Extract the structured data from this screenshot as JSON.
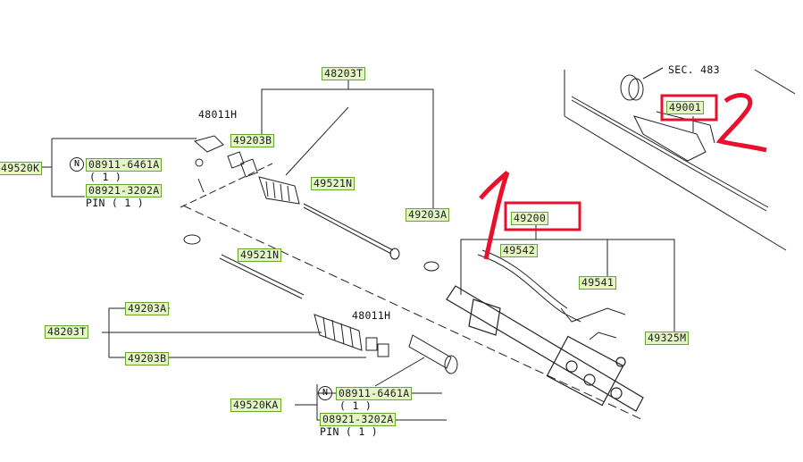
{
  "labels": {
    "sec483": "SEC. 483",
    "p49001": "49001",
    "p48203T_top": "48203T",
    "p48011H_top": "48011H",
    "p49203B_top": "49203B",
    "p49520K": "49520K",
    "p08911_top": "08911-6461A",
    "qty1_top": "( 1 )",
    "p08921_top": "08921-3202A",
    "pin_top": "PIN ( 1 )",
    "p49521N_top": "49521N",
    "p49203A_right": "49203A",
    "p49200": "49200",
    "p49542": "49542",
    "p49541": "49541",
    "p49325M": "49325M",
    "p49521N_bot": "49521N",
    "p49203A_left": "49203A",
    "p48203T_left": "48203T",
    "p49203B_bot": "49203B",
    "p48011H_bot": "48011H",
    "p49520KA": "49520KA",
    "p08911_bot": "08911-6461A",
    "qty1_bot": "( 1 )",
    "p08921_bot": "08921-3202A",
    "pin_bot": "PIN ( 1 )",
    "n_symbol": "N"
  },
  "annotations": {
    "mark1": "1",
    "mark2": "2",
    "color": "#e8102c"
  }
}
